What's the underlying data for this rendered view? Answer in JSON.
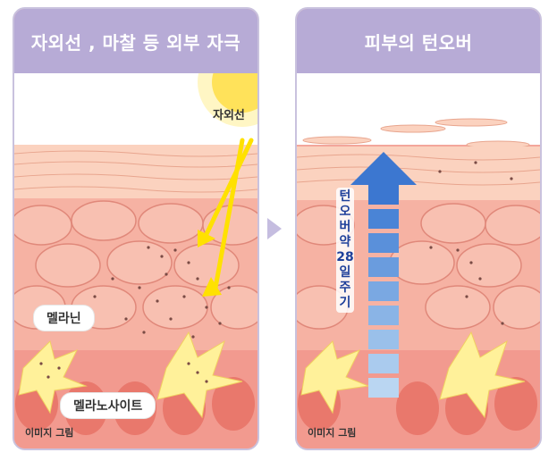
{
  "left_panel": {
    "title": "자외선 , 마찰 등 외부 자극",
    "uv_label": "자외선",
    "melanin_label": "멜라닌",
    "melanocyte_label": "멜라노사이트",
    "caption": "이미지 그림"
  },
  "right_panel": {
    "title": "피부의 턴오버",
    "cycle_text": "턴오버약28일주기",
    "caption": "이미지 그림"
  },
  "colors": {
    "header": "#b7abd6",
    "skin_dark": "#f3a69b",
    "skin_light": "#fbd2bf",
    "melanocyte": "#fff19a",
    "uv_arrow": "#ffe100",
    "turnover_arrow": "#3c77d0"
  },
  "icons": {
    "sun": "sun-icon",
    "next": "chevron-right-icon"
  }
}
